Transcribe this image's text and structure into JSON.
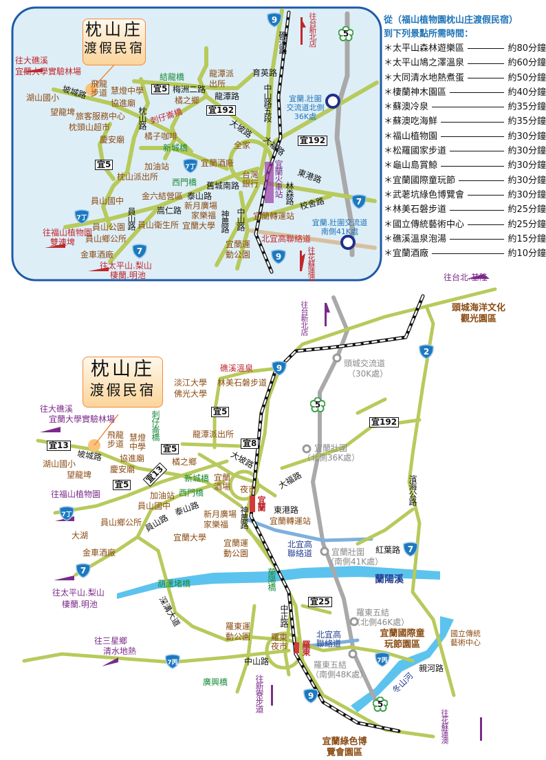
{
  "colors": {
    "road": "#b7ca5c",
    "river": "#5cc3ee",
    "panel": "#deeef7",
    "panel_border": "#1e5aa8",
    "place": "#8a4b12",
    "bridge": "#1a8a3a",
    "direction_top": "#c0272d",
    "direction_bottom": "#7b2a8a",
    "freeway": "#a9a9a9",
    "shield": "#1c79bf"
  },
  "brand": {
    "name_line1": "枕山庄",
    "name_line2": "渡假民宿"
  },
  "travel_times": {
    "header_line1": "從（福山植物園枕山庄渡假民宿）",
    "header_line2": "到下列景點所需時間：",
    "items": [
      {
        "name": "太平山森林遊樂區",
        "time": "約80分鐘"
      },
      {
        "name": "太平山鳩之澤溫泉",
        "time": "約60分鐘"
      },
      {
        "name": "大同清水地熱煮蛋",
        "time": "約50分鐘"
      },
      {
        "name": "棲蘭神木園區",
        "time": "約40分鐘"
      },
      {
        "name": "蘇澳冷泉",
        "time": "約35分鐘"
      },
      {
        "name": "蘇澳吃海鮮",
        "time": "約35分鐘"
      },
      {
        "name": "福山植物園",
        "time": "約30分鐘"
      },
      {
        "name": "松羅國家步道",
        "time": "約30分鐘"
      },
      {
        "name": "龜山島賞鯨",
        "time": "約30分鐘"
      },
      {
        "name": "宜蘭國際童玩節",
        "time": "約30分鐘"
      },
      {
        "name": "武荖坑綠色博覽會",
        "time": "約30分鐘"
      },
      {
        "name": "林美石磐步道",
        "time": "約25分鐘"
      },
      {
        "name": "國立傳統藝術中心",
        "time": "約25分鐘"
      },
      {
        "name": "礁溪溫泉泡湯",
        "time": "約15分鐘"
      },
      {
        "name": "宜蘭酒廠",
        "time": "約10分鐘"
      }
    ]
  },
  "top_map": {
    "directions": [
      "往大礁溪",
      "宜蘭大學實驗林場",
      "往福山植物園",
      "雙連埤",
      "往太平山.梨山",
      "棲蘭.明池",
      "往台新北店",
      "往花蘇蓮澳"
    ],
    "places": [
      "飛龍步道",
      "湖山國小",
      "望龍埤",
      "旅客服務中心",
      "枕頭山超市",
      "慶安廟",
      "慧燈中學",
      "協進廟",
      "橘之鄉",
      "龍潭派出所",
      "全家",
      "橘子咖啡",
      "加油站",
      "枕山派出所",
      "宜蘭酒廠",
      "台灣銀行",
      "金六結營區",
      "新月廣場",
      "家樂福",
      "宜蘭大學",
      "宜蘭轉運站",
      "員山國中",
      "員山公園",
      "員山衛生所",
      "員山鄉公所",
      "金車酒廠",
      "宜蘭運動公園"
    ],
    "roads": [
      "坡城路",
      "枕山路",
      "梅洲二路",
      "龍潭路",
      "育英路",
      "大坡路",
      "中山路五段",
      "礁溪路",
      "大福路",
      "舊城南路",
      "東港路",
      "林森路",
      "校舍路",
      "泰山路",
      "神農路",
      "中山路",
      "員山路",
      "嵩仁路"
    ],
    "bridges": [
      "結龍橋",
      "刺仔崙橋",
      "新城橋",
      "西門橋"
    ],
    "route_boxes": [
      "宜5",
      "宜192",
      "宜5",
      "宜192"
    ],
    "interchanges": [
      "宜蘭.壯圍交流道北側36K處",
      "宜蘭.壯圍交流道南側41K處",
      "北宜高聯絡道"
    ],
    "station": "宜蘭火車站",
    "shields": [
      "9",
      "5",
      "7丁",
      "7",
      "7丁",
      "7",
      "9"
    ]
  },
  "bottom_map": {
    "directions": [
      "往大礁溪",
      "宜蘭大學實驗林場",
      "往福山植物園",
      "往太平山.梨山",
      "棲蘭.明池",
      "往台北.基隆",
      "往台新北店",
      "往三星鄉",
      "清水地熱",
      "往新寮步道",
      "往花蘇蓮澳"
    ],
    "places": [
      "礁溪溫泉",
      "淡江大學",
      "林美石磐步道",
      "佛光大學",
      "飛龍步道",
      "慧燈中學",
      "湖山國小",
      "望龍埤",
      "協進廟",
      "慶安廟",
      "橘之鄉",
      "龍潭派出所",
      "宜蘭酒場",
      "夜市",
      "加油站",
      "員山國中",
      "員山鄉公所",
      "大湖",
      "新月廣場",
      "家樂福",
      "宜蘭大學",
      "宜蘭轉運站",
      "宜蘭運動公園",
      "金車酒廠",
      "羅東運動公園",
      "羅東夜市",
      "頭城海洋文化觀光園區",
      "宜蘭國際童玩節園區",
      "國立傳統藝術中心",
      "宜蘭綠色博覽會園區"
    ],
    "roads": [
      "坡城路",
      "大坡路",
      "大福路",
      "泰山路",
      "員山路",
      "神農路",
      "東港路",
      "中正路",
      "中山路",
      "濱海公路",
      "紅葉路",
      "親河路",
      "深溝大道"
    ],
    "bridges": [
      "刺仔崙橋",
      "新城橋",
      "西門橋",
      "葫蘆堵橋",
      "蘭陽橋",
      "廣興橋"
    ],
    "route_boxes": [
      "宜13",
      "宜5",
      "宜5",
      "宜8",
      "宜13",
      "宜5",
      "宜192",
      "宜25"
    ],
    "interchanges": [
      "頭城交流道",
      "（30K處）",
      "宜蘭壯圍",
      "（北側36K處）",
      "宜蘭壯圍",
      "（南側41K處）",
      "羅東五結",
      "（北側46K處）",
      "羅東五結",
      "（南側48K處）",
      "北宜高聯絡道",
      "北宜高聯絡道"
    ],
    "rivers": [
      "蘭陽溪",
      "冬山河"
    ],
    "stations": [
      "宜蘭",
      "羅東"
    ],
    "shields": [
      "9",
      "2",
      "5",
      "7丁",
      "7",
      "7",
      "7丙",
      "7丙",
      "9",
      "5"
    ]
  }
}
